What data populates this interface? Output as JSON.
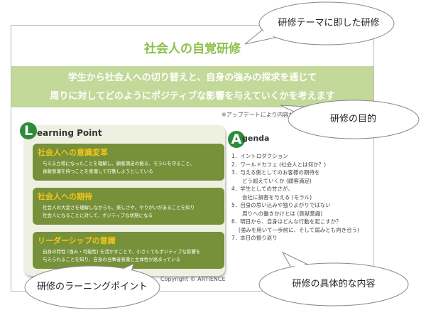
{
  "slide": {
    "title": "社会人の自覚研修",
    "subtitle_lines": [
      "学生から社会人への切り替えと、自身の強みの探求を通じて",
      "周りに対してどのようにポジティブな影響を与えていくかを考えます"
    ],
    "update_note": "※アップデートにより内容が",
    "learning_point": {
      "badge": "L",
      "title": "earning Point",
      "cards": [
        {
          "heading": "社会人への意識変革",
          "lines": [
            "与える立場になったことを理解し、顧客満足の振る、モラルを守ること、",
            "貢献意識を持つことを意識して行動しようとしている"
          ]
        },
        {
          "heading": "社会人への期待",
          "lines": [
            "社会人の大変さを理解しながらも、楽しさや、やりがいがあることを知り",
            "社会人になることに対して、ポジティブな状態になる"
          ]
        },
        {
          "heading": "リーダーシップの意識",
          "lines": [
            "自身の特性 (強み・可能性) を活かすことで、小さくてもポジティブな影響を",
            "与えられることを知り、自身の当事者意識と主体性が高まっている"
          ]
        }
      ]
    },
    "agenda": {
      "badge": "A",
      "title": "genda",
      "items": [
        "1．イントロダクション",
        "2．ワールドカフェ (社会人とは何か？)",
        "3．与える側としてのお客様の期待を",
        "　　どう超えていくか (顧客満足)",
        "4．学生としての甘さが、",
        "　　会社に損害を与える (モラル)",
        "5．自身の思い込みや独りよがりではない",
        "　　周りへの働きかけとは (貢献意識)",
        "6．明日から、自身はどんな行動を起こすか？",
        "　 (強みを用いて一歩前に、そして弱みとも向き合う)",
        "7．本日の振り返り"
      ]
    },
    "copyright": "Copyright © ARTIENCE"
  },
  "callouts": {
    "theme": "研修テーマに即した研修",
    "purpose": "研修の目的",
    "content": "研修の具体的な内容",
    "learning": "研修のラーニングポイント"
  }
}
